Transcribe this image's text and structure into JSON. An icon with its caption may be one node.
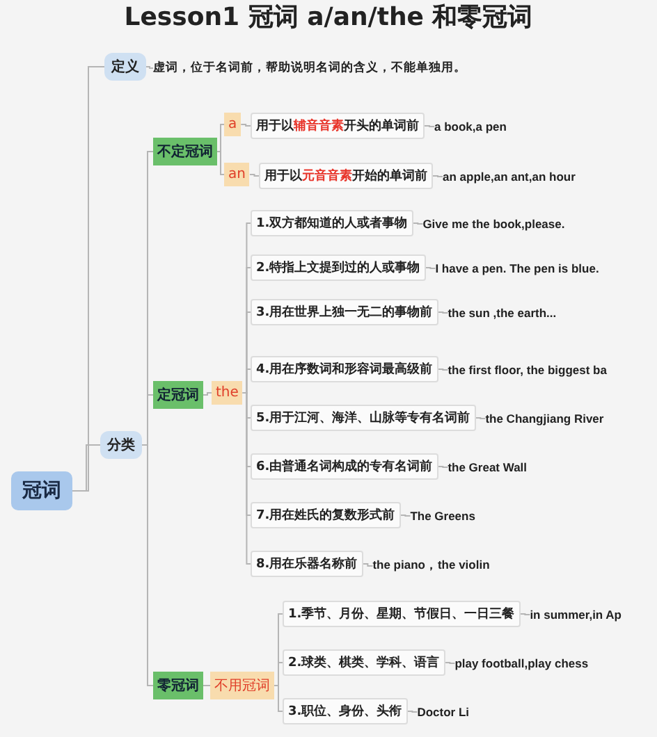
{
  "diagram": {
    "title": "Lesson1 冠词 a/an/the 和零冠词",
    "nodes": [
      {
        "text": [
          "冠词"
        ]
      },
      {
        "text": [
          "定义"
        ]
      },
      {
        "text": [
          "虚词，位于名词前，帮助说明名词的含义，不能单独用。"
        ]
      },
      {
        "text": [
          "分类"
        ]
      },
      {
        "text": [
          "不定冠词"
        ]
      },
      {
        "text": [
          "a"
        ]
      },
      {
        "text": [
          "用于以**辅音音素**开头的单词前"
        ]
      },
      {
        "text": [
          "a book,a pen"
        ]
      },
      {
        "text": [
          "an"
        ]
      },
      {
        "text": [
          "用于以**元音音素**开始的单词前"
        ]
      },
      {
        "text": [
          "an apple,an ant,an hour"
        ]
      },
      {
        "text": [
          "定冠词"
        ]
      },
      {
        "text": [
          "the"
        ]
      },
      {
        "text": [
          "1.双方都知道的人或者事物"
        ]
      },
      {
        "text": [
          "Give me the book,please."
        ]
      },
      {
        "text": [
          "2.特指上文提到过的人或事物"
        ]
      },
      {
        "text": [
          "I have a pen. The pen is blue."
        ]
      },
      {
        "text": [
          "3.用在世界上独一无二的事物前"
        ]
      },
      {
        "text": [
          "the sun ,the earth..."
        ]
      },
      {
        "text": [
          "4.用在序数词和形容词最高级前"
        ]
      },
      {
        "text": [
          "the first floor, the biggest ba"
        ]
      },
      {
        "text": [
          "5.用于江河、海洋、山脉等专有名词前"
        ]
      },
      {
        "text": [
          "the Changjiang River"
        ]
      },
      {
        "text": [
          "6.由普通名词构成的专有名词前"
        ]
      },
      {
        "text": [
          "the Great Wall"
        ]
      },
      {
        "text": [
          "7.用在姓氏的复数形式前"
        ]
      },
      {
        "text": [
          "The Greens"
        ]
      },
      {
        "text": [
          "8.用在乐器名称前"
        ]
      },
      {
        "text": [
          "the piano，the violin"
        ]
      },
      {
        "text": [
          "零冠词"
        ]
      },
      {
        "text": [
          "不用冠词"
        ]
      },
      {
        "text": [
          "1.季节、月份、星期、节假日、一日三餐"
        ]
      },
      {
        "text": [
          "in summer,in Ap"
        ]
      },
      {
        "text": [
          "2.球类、棋类、学科、语言"
        ]
      },
      {
        "text": [
          "play football,play chess"
        ]
      },
      {
        "text": [
          "3.职位、身份、头衔"
        ]
      },
      {
        "text": [
          "Doctor Li"
        ]
      }
    ],
    "edges": [
      {
        "from": 0,
        "to": 1,
        "arrow": "none"
      },
      {
        "from": 1,
        "to": 2,
        "arrow": "none"
      },
      {
        "from": 0,
        "to": 3,
        "arrow": "none"
      },
      {
        "from": 3,
        "to": 4,
        "arrow": "none"
      },
      {
        "from": 4,
        "to": 5,
        "arrow": "none"
      },
      {
        "from": 5,
        "to": 6,
        "arrow": "none"
      },
      {
        "from": 6,
        "to": 7,
        "arrow": "none"
      },
      {
        "from": 4,
        "to": 8,
        "arrow": "none"
      },
      {
        "from": 8,
        "to": 9,
        "arrow": "none"
      },
      {
        "from": 9,
        "to": 10,
        "arrow": "none"
      },
      {
        "from": 3,
        "to": 11,
        "arrow": "none"
      },
      {
        "from": 11,
        "to": 12,
        "arrow": "none"
      },
      {
        "from": 12,
        "to": 13,
        "arrow": "none"
      },
      {
        "from": 13,
        "to": 14,
        "arrow": "none"
      },
      {
        "from": 12,
        "to": 15,
        "arrow": "none"
      },
      {
        "from": 15,
        "to": 16,
        "arrow": "none"
      },
      {
        "from": 12,
        "to": 17,
        "arrow": "none"
      },
      {
        "from": 17,
        "to": 18,
        "arrow": "none"
      },
      {
        "from": 12,
        "to": 19,
        "arrow": "none"
      },
      {
        "from": 19,
        "to": 20,
        "arrow": "none"
      },
      {
        "from": 12,
        "to": 21,
        "arrow": "none"
      },
      {
        "from": 21,
        "to": 22,
        "arrow": "none"
      },
      {
        "from": 12,
        "to": 23,
        "arrow": "none"
      },
      {
        "from": 23,
        "to": 24,
        "arrow": "none"
      },
      {
        "from": 12,
        "to": 25,
        "arrow": "none"
      },
      {
        "from": 25,
        "to": 26,
        "arrow": "none"
      },
      {
        "from": 12,
        "to": 27,
        "arrow": "none"
      },
      {
        "from": 27,
        "to": 28,
        "arrow": "none"
      },
      {
        "from": 3,
        "to": 29,
        "arrow": "none"
      },
      {
        "from": 29,
        "to": 30,
        "arrow": "none"
      },
      {
        "from": 30,
        "to": 31,
        "arrow": "none"
      },
      {
        "from": 31,
        "to": 32,
        "arrow": "none"
      },
      {
        "from": 30,
        "to": 33,
        "arrow": "none"
      },
      {
        "from": 33,
        "to": 34,
        "arrow": "none"
      },
      {
        "from": 30,
        "to": 35,
        "arrow": "none"
      },
      {
        "from": 35,
        "to": 36,
        "arrow": "none"
      }
    ]
  }
}
